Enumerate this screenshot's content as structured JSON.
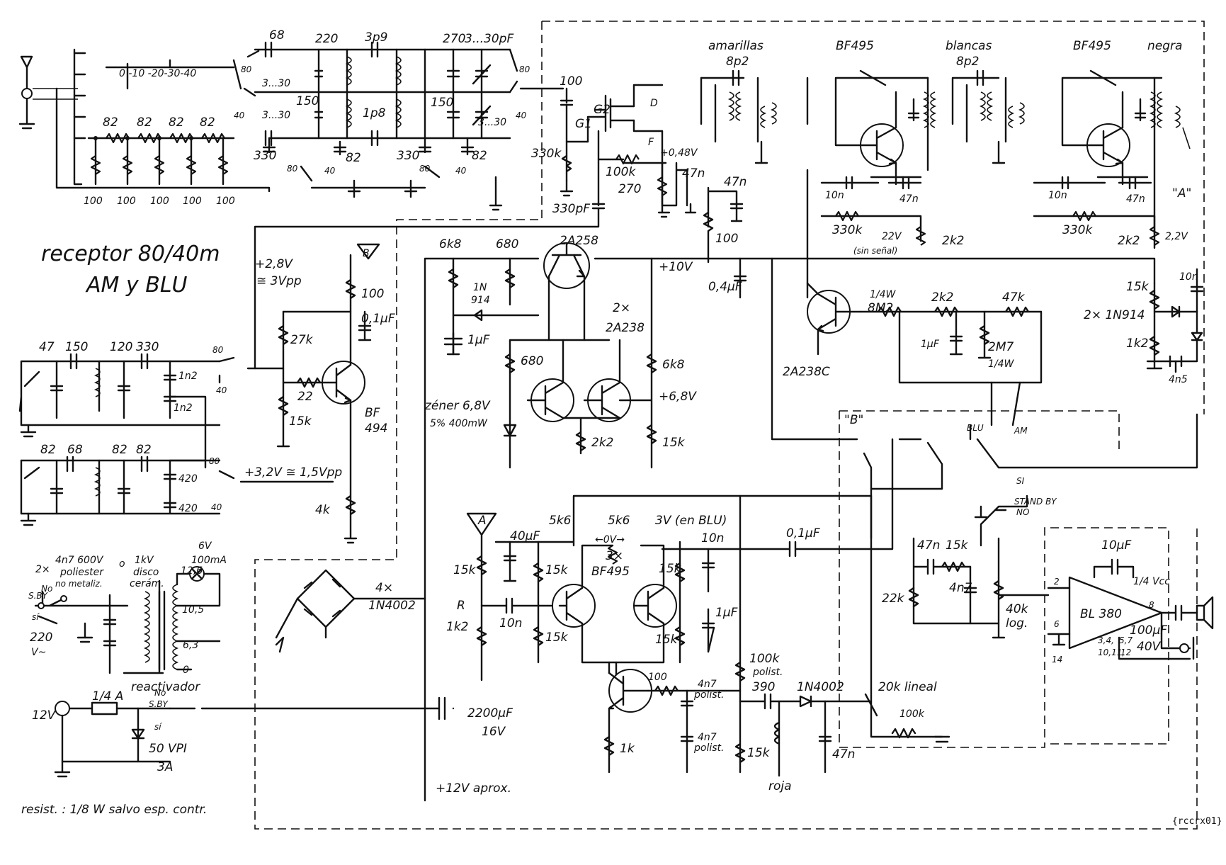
{
  "title": {
    "line1": "receptor 80/40m",
    "line2": "AM y BLU"
  },
  "footer_note": "resist. : 1/8 W salvo esp. contr.",
  "corner_code": "{rccrx01}",
  "labels": {
    "coil_amarillas": "amarillas",
    "coil_amarillas_val": "8p2",
    "coil_blancas": "blancas",
    "coil_blancas_val": "8p2",
    "coil_negra": "negra",
    "q_if1": "BF495",
    "q_if2": "BF495",
    "c_68": "68",
    "c_220": "220",
    "c_3p9": "3p9",
    "c_270": "270",
    "c_trim_top": "3...30pF",
    "sw_band": "0 -10 -20-30-40",
    "r_82a": "82",
    "r_82b": "82",
    "r_82c": "82",
    "r_82d": "82",
    "r_100a": "100",
    "r_100b": "100",
    "r_100c": "100",
    "r_100d": "100",
    "r_100e": "100",
    "trim_a": "3...30",
    "trim_b": "3...30",
    "trim_c": "3...30",
    "c_150a": "150",
    "c_150b": "150",
    "c_1p8": "1p8",
    "c_330a": "330",
    "c_330b": "330",
    "c_82a": "82",
    "c_82b": "82",
    "sw_80a": "80",
    "sw_40a": "40",
    "sw_80b": "80",
    "sw_40b": "40",
    "sw_80c": "80",
    "sw_40c": "40",
    "sw_80d": "80",
    "sw_40d": "40",
    "c_100": "100",
    "g1": "G1",
    "g2": "G2",
    "d": "D",
    "f": "F",
    "r_330k_a": "330k",
    "c_330pf": "330pF",
    "r_100k": "100k",
    "r_270": "270",
    "v_048": "+0,48V",
    "c_47n_a": "47n",
    "c_47n_b": "47n",
    "r_100_c": "100",
    "c_10n_a": "10n",
    "c_47n_c": "47n",
    "c_10n_b": "10n",
    "c_47n_d": "47n",
    "label_A": "\"A\"",
    "r_330k_b": "330k",
    "r_330k_c": "330k",
    "v_22": "22V",
    "sin_senal": "(sin señal)",
    "r_2k2_a": "2k2",
    "r_2k2_b": "2k2",
    "v_2_2": "2,2V",
    "q_2a258": "2A258",
    "r_6k8_a": "6k8",
    "r_680_a": "680",
    "d_1n914": "1N",
    "d_1n914b": "914",
    "c_1uf_a": "1µF",
    "v_10": "+10V",
    "c_04uf": "0,4µF",
    "q_2x": "2×",
    "q_2a238": "2A238",
    "r_680_b": "680",
    "r_6k8_b": "6k8",
    "v_68": "+6,8V",
    "zener1": "zéner 6,8V",
    "zener2": "5% 400mW",
    "r_2k2_c": "2k2",
    "r_15k_a": "15k",
    "r_14w": "1/4W",
    "r_8m2": "8M2",
    "r_2k2_d": "2k2",
    "r_47k": "47k",
    "c_1uf_b": "1µF",
    "r_2m7": "2M7",
    "r_2m7w": "1/4W",
    "q_2a238c": "2A238C",
    "r_15k_b": "15k",
    "c_10n_c": "10n",
    "d_2x1n914": "2× 1N914",
    "r_1k2_a": "1k2",
    "c_4n5": "4n5",
    "label_B": "\"B\"",
    "sw_blu": "BLU",
    "sw_am": "AM",
    "sw_si": "SI",
    "stand_by": "STAND BY",
    "sw_no": "NO",
    "v_28": "+2,8V",
    "v_3vpp": "≅ 3Vpp",
    "label_B_tri": "B",
    "r_100_d": "100",
    "c_01uf_a": "0,1µF",
    "r_27k": "27k",
    "r_22": "22",
    "r_15k_c": "15k",
    "q_bf494a": "BF",
    "q_bf494b": "494",
    "c_47": "47",
    "c_150c": "150",
    "c_120": "120",
    "c_330c": "330",
    "c_1n2a": "1n2",
    "c_1n2b": "1n2",
    "c_82c": "82",
    "c_68b": "68",
    "c_82d": "82",
    "c_82e": "82",
    "c_420a": "420",
    "c_420b": "420",
    "v_32": "+3,2V ≅ 1,5Vpp",
    "r_4k": "4k",
    "label_A_tri": "A",
    "r_5k6_a": "5k6",
    "r_5k6_b": "5k6",
    "v_0": "←0V→",
    "v_3blu": "3V (en BLU)",
    "c_40uf": "40µF",
    "c_10n_d": "10n",
    "c_01uf_b": "0,1µF",
    "q_3x": "3×",
    "q_bf495": "BF495",
    "r_15k_d": "15k",
    "r_15k_e": "15k",
    "r_15k_f": "15k",
    "r_15k_g": "15k",
    "r_15k_h": "15k",
    "r_R": "R",
    "r_1k2_b": "1k2",
    "c_10n_e": "10n",
    "c_1uf_c": "1µF",
    "r_100_e": "100",
    "r_1k": "1k",
    "c_4n7a": "4n7",
    "c_4n7a2": "polist.",
    "c_4n7b": "4n7",
    "c_4n7b2": "polist.",
    "r_100k_b": "100k",
    "r_100k_b2": "polist.",
    "c_390": "390",
    "d_1n4002": "1N4002",
    "r_15k_i": "15k",
    "c_47n_e": "47n",
    "coil_roja": "roja",
    "pot_20k": "20k lineal",
    "r_100k_c": "100k",
    "c_47n_f": "47n",
    "r_15k_j": "15k",
    "c_4n7c": "4n7",
    "r_22k": "22k",
    "pot_40k": "40k",
    "pot_log": "log.",
    "c_10uf": "10µF",
    "ic": "BL 380",
    "ic_vcc": "1/4 Vcc",
    "c_100uf": "100µF",
    "c_40v": "40V",
    "pin2": "2",
    "pin6": "6",
    "pin14": "14",
    "pin8": "8",
    "pins_a": "3,4,",
    "pins_b": "10,11,",
    "pins_c": "5,7",
    "pins_d": "12",
    "cap_a1": "2×",
    "cap_a2": "4n7 600V",
    "cap_a3": "poliester",
    "cap_a4": "no metaliz.",
    "cap_o": "o",
    "cap_b1": "1kV",
    "cap_b2": "disco",
    "cap_b3": "cerám.",
    "lamp1": "6V",
    "lamp2": "100mA",
    "tap_126": "12,6",
    "tap_105": "10,5",
    "tap_63": "6,3",
    "tap_0": "0",
    "reactivador": "reactivador",
    "sw_sby": "S.BY",
    "sw_no_b": "No",
    "sw_si_b": "sí",
    "v_220": "220",
    "v_vac": "V~",
    "bridge": "4×",
    "bridge2": "1N4002",
    "c_2200": "2200µF",
    "c_16v": "16V",
    "v_12": "12V",
    "fuse": "1/4 A",
    "sw_no_c": "No",
    "sw_sby_c": "S.BY",
    "sw_si_c": "sí",
    "d_50vpi": "50 VPI",
    "d_3a": "3A",
    "v_12aprox": "+12V aprox."
  }
}
